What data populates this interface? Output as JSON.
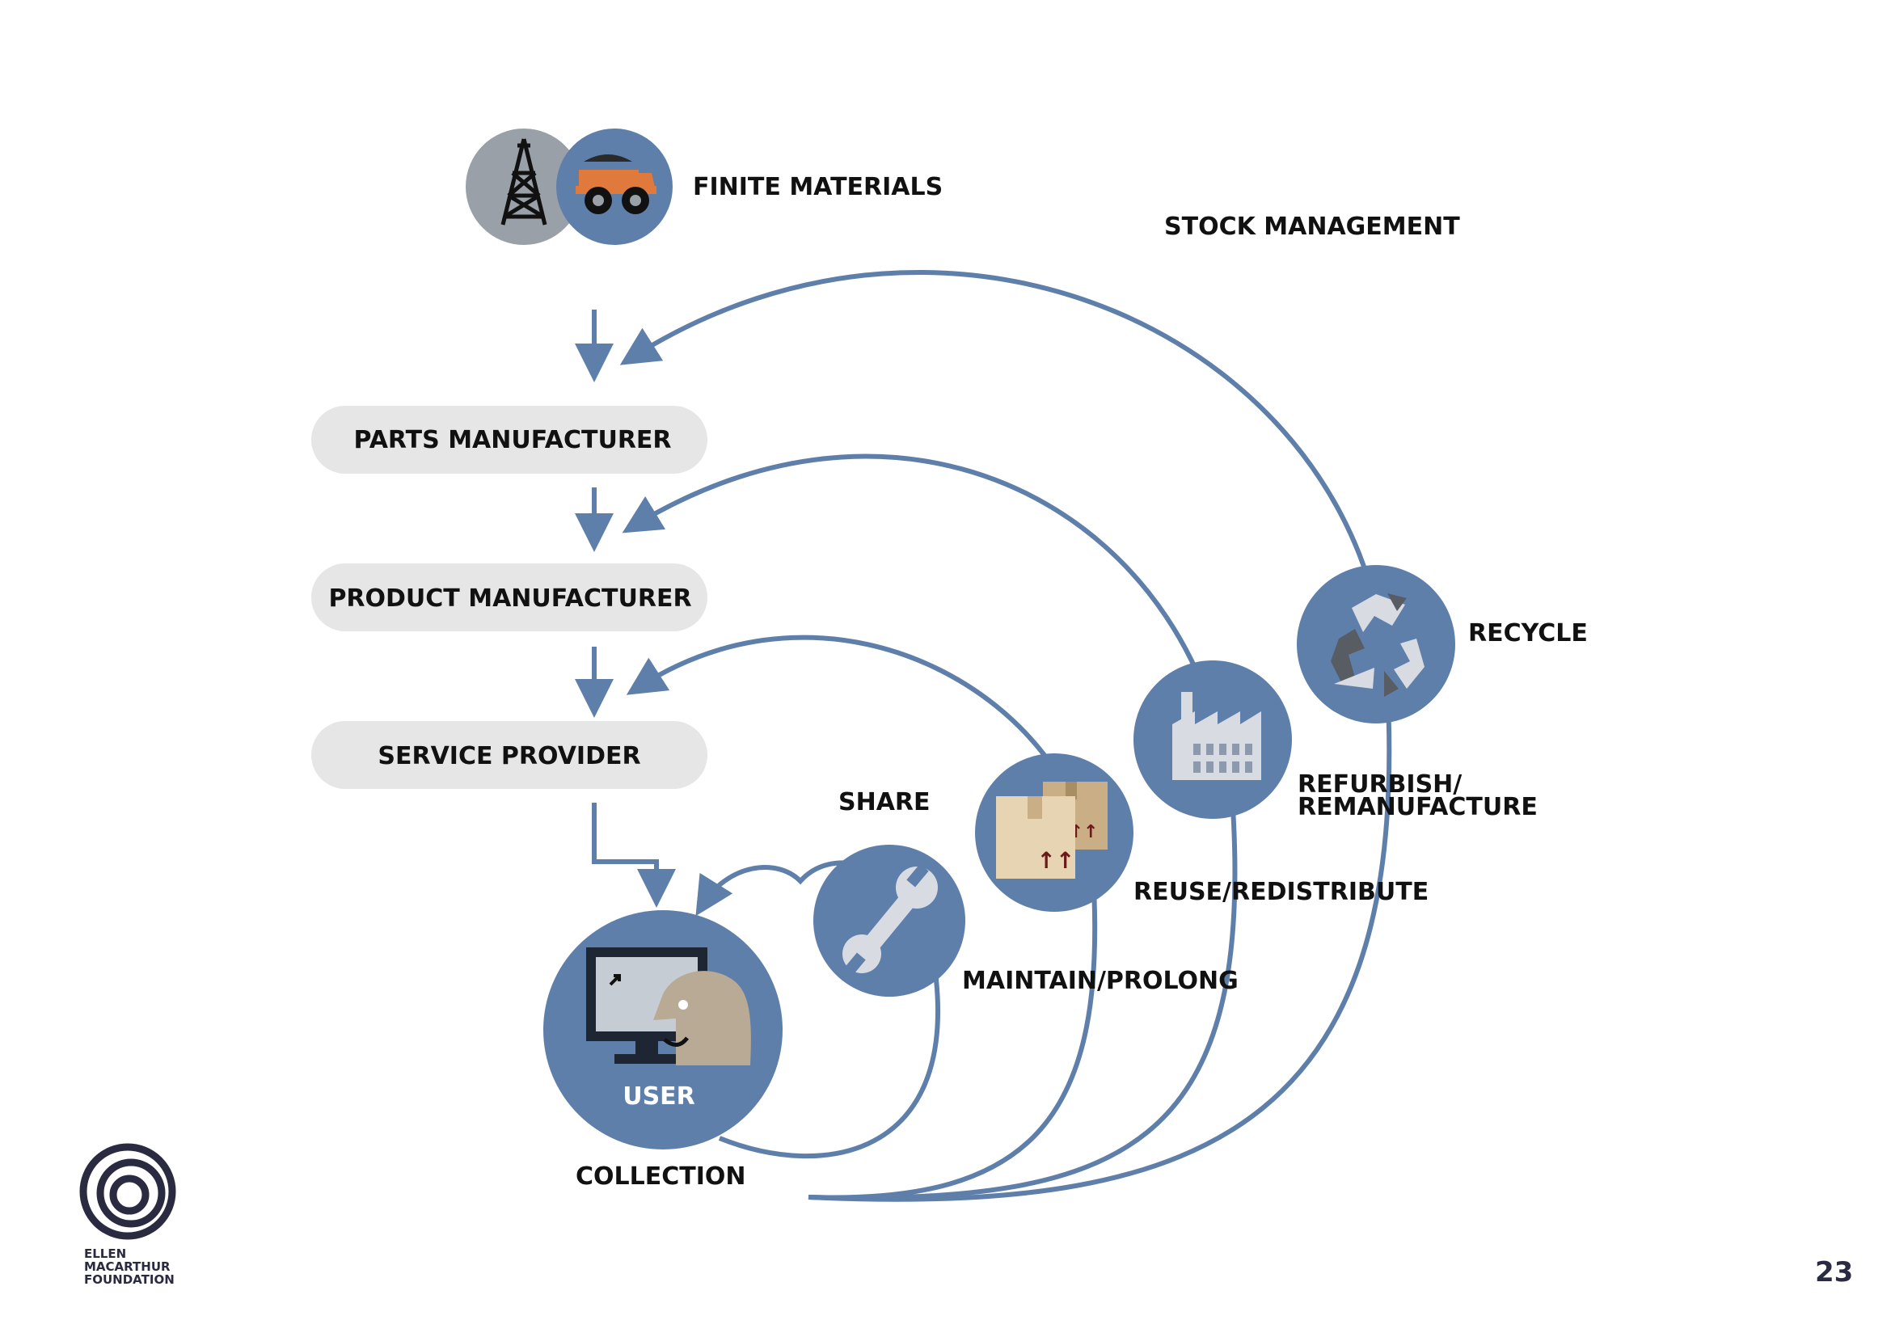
{
  "diagram": {
    "finite_materials": "FINITE MATERIALS",
    "stock_management": "STOCK MANAGEMENT",
    "parts_manufacturer": "PARTS MANUFACTURER",
    "product_manufacturer": "PRODUCT MANUFACTURER",
    "service_provider": "SERVICE PROVIDER",
    "share": "SHARE",
    "maintain_prolong": "MAINTAIN/PROLONG",
    "reuse_redistribute": "REUSE/REDISTRIBUTE",
    "refurbish_line1": "REFURBISH/",
    "refurbish_line2": "REMANUFACTURE",
    "recycle": "RECYCLE",
    "user": "USER",
    "collection": "COLLECTION"
  },
  "logo": {
    "line1": "ELLEN",
    "line2": "MACARTHUR",
    "line3": "FOUNDATION"
  },
  "page_number": "23",
  "colors": {
    "blue": "#5f7fab",
    "pill_gray": "#e6e6e6",
    "text": "#111111",
    "navy": "#2a2a40",
    "orange": "#e07a3c",
    "box_tan": "#e6d4b2",
    "skin": "#b8aa94",
    "icon_gray": "#9aa0a8"
  },
  "icons": [
    "oil-rig-icon",
    "dump-truck-icon",
    "wrench-icon",
    "boxes-icon",
    "factory-icon",
    "recycle-icon",
    "computer-user-icon"
  ]
}
